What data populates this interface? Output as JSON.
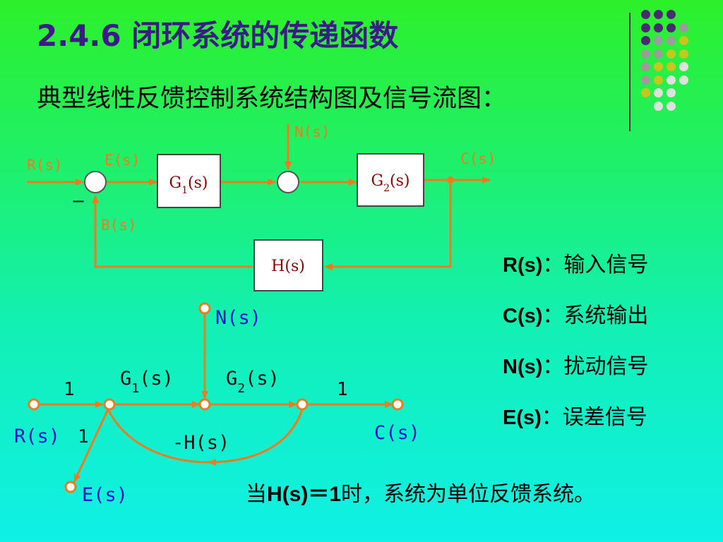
{
  "slide": {
    "title": "2.4.6 闭环系统的传递函数",
    "subtitle": "典型线性反馈控制系统结构图及信号流图："
  },
  "colors": {
    "title": "#3c1a87",
    "wire": "#f07a1e",
    "graph_blue": "#1414c8",
    "block_label": "#8b0000",
    "block_fill": "#ffffff"
  },
  "block_diagram": {
    "labels": {
      "input": "R(s)",
      "error": "E(s)",
      "disturbance": "N(s)",
      "output": "C(s)",
      "feedback": "B(s)",
      "minus_sign": "−"
    },
    "blocks": {
      "g1": {
        "name": "G",
        "sub": "1",
        "arg": "(s)"
      },
      "g2": {
        "name": "G",
        "sub": "2",
        "arg": "(s)"
      },
      "h": "H(s)"
    }
  },
  "signal_flow_graph": {
    "nodes": {
      "input": "R(s)",
      "error": "E(s)",
      "disturbance": "N(s)",
      "output": "C(s)"
    },
    "gains": {
      "input_branch": "1",
      "output_branch": "1",
      "error_branch": "1",
      "feedback_branch": "-H(s)",
      "g1": {
        "name": "G",
        "sub": "1",
        "arg": "(s)"
      },
      "g2": {
        "name": "G",
        "sub": "2",
        "arg": "(s)"
      }
    }
  },
  "legend": [
    {
      "symbol": "R(s)",
      "sep": "：",
      "text": "输入信号"
    },
    {
      "symbol": "C(s)",
      "sep": "：",
      "text": "系统输出"
    },
    {
      "symbol": "N(s)",
      "sep": "：",
      "text": "扰动信号"
    },
    {
      "symbol": "E(s)",
      "sep": "：",
      "text": "误差信号"
    }
  ],
  "note": {
    "prefix": "当",
    "expr": "H(s)＝1",
    "suffix": "时，系统为单位反馈系统。"
  },
  "decor": {
    "dot_rows": [
      [
        "#4b2a73",
        "#4b2a73",
        "#4b2a73",
        ""
      ],
      [
        "#4b2a73",
        "#4b2a73",
        "#4b2a73",
        "#9c9c9c"
      ],
      [
        "#4b2a73",
        "#9c9c9c",
        "#9c9c9c",
        "#c6c61e"
      ],
      [
        "#9c9c9c",
        "#9c9c9c",
        "#c6c61e",
        "#c6c61e"
      ],
      [
        "#9c9c9c",
        "#c6c61e",
        "#c6c61e",
        "#e0e0e0"
      ],
      [
        "#9c9c9c",
        "#c6c61e",
        "#e0e0e0",
        "#e0e0e0"
      ],
      [
        "#c6c61e",
        "#e0e0e0",
        "#e0e0e0",
        ""
      ],
      [
        "",
        "#e0e0e0",
        "#e0e0e0",
        ""
      ]
    ]
  }
}
